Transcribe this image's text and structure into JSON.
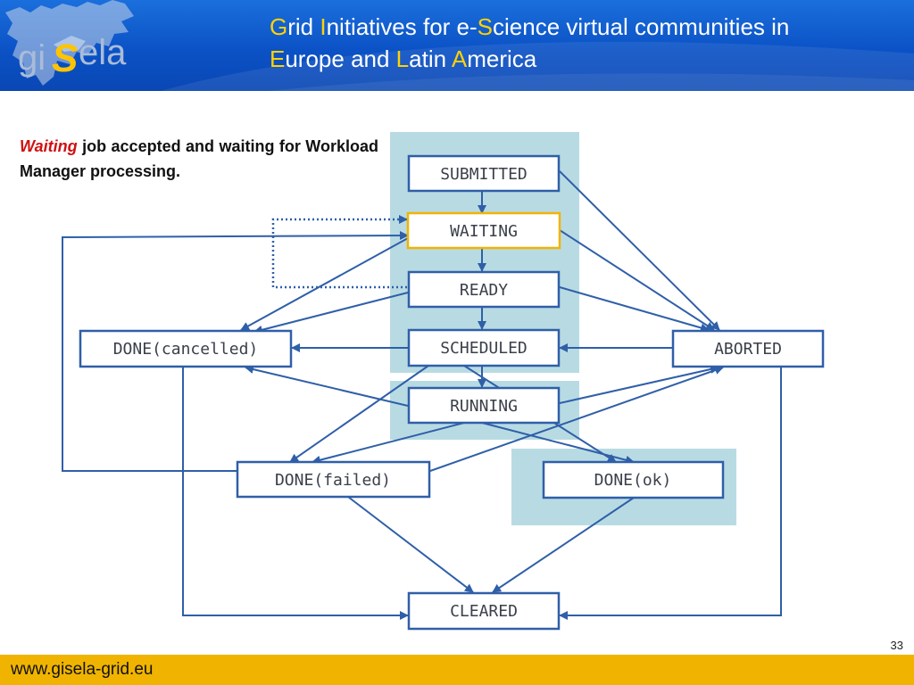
{
  "logo": {
    "part1": "gi",
    "part2": "S",
    "part3": "ela"
  },
  "header": {
    "line1": [
      {
        "cap": "G",
        "rest": "rid "
      },
      {
        "cap": "I",
        "rest": "nitiatives for e-"
      },
      {
        "cap": "S",
        "rest": "cience virtual communities in"
      }
    ],
    "line2": [
      {
        "cap": "E",
        "rest": "urope and "
      },
      {
        "cap": "L",
        "rest": "atin "
      },
      {
        "cap": "A",
        "rest": "merica"
      }
    ]
  },
  "description": {
    "keyword": "Waiting",
    "text": " job accepted and waiting for Workload Manager processing."
  },
  "diagram": {
    "nodes": {
      "submitted": "SUBMITTED",
      "waiting": "WAITING",
      "ready": "READY",
      "scheduled": "SCHEDULED",
      "running": "RUNNING",
      "done_cancelled": "DONE(cancelled)",
      "aborted": "ABORTED",
      "done_failed": "DONE(failed)",
      "done_ok": "DONE(ok)",
      "cleared": "CLEARED"
    },
    "highlighted_state": "WAITING",
    "colors": {
      "box": "#2f5fa8",
      "arrow": "#2f5fa8",
      "highlight": "#f0b400",
      "panel": "#b8dbe3"
    }
  },
  "footer": {
    "url": "www.gisela-grid.eu"
  },
  "page_number": "33"
}
